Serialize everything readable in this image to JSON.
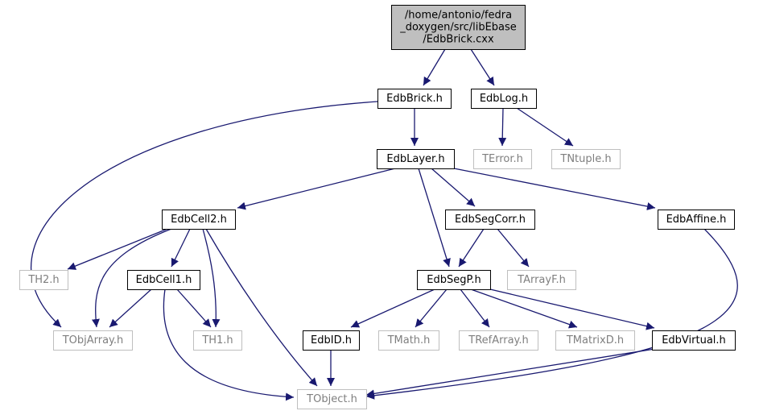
{
  "colors": {
    "edge": "#191970",
    "root_fill": "#bfbfbf",
    "root_border": "#000000",
    "internal_border": "#000000",
    "external_border": "#bfbfbf",
    "external_text": "#7f7f7f"
  },
  "nodes": [
    {
      "id": "root",
      "kind": "root",
      "lines": [
        "/home/antonio/fedra",
        "_doxygen/src/libEbase",
        "/EdbBrick.cxx"
      ]
    },
    {
      "id": "edbbrick",
      "kind": "internal",
      "lines": [
        "EdbBrick.h"
      ]
    },
    {
      "id": "edblog",
      "kind": "internal",
      "lines": [
        "EdbLog.h"
      ]
    },
    {
      "id": "edblayer",
      "kind": "internal",
      "lines": [
        "EdbLayer.h"
      ]
    },
    {
      "id": "terror",
      "kind": "external",
      "lines": [
        "TError.h"
      ]
    },
    {
      "id": "tntuple",
      "kind": "external",
      "lines": [
        "TNtuple.h"
      ]
    },
    {
      "id": "edbcell2",
      "kind": "internal",
      "lines": [
        "EdbCell2.h"
      ]
    },
    {
      "id": "edbsegcorr",
      "kind": "internal",
      "lines": [
        "EdbSegCorr.h"
      ]
    },
    {
      "id": "edbaffine",
      "kind": "internal",
      "lines": [
        "EdbAffine.h"
      ]
    },
    {
      "id": "th2",
      "kind": "external",
      "lines": [
        "TH2.h"
      ]
    },
    {
      "id": "edbcell1",
      "kind": "internal",
      "lines": [
        "EdbCell1.h"
      ]
    },
    {
      "id": "edbsegp",
      "kind": "internal",
      "lines": [
        "EdbSegP.h"
      ]
    },
    {
      "id": "tarrayf",
      "kind": "external",
      "lines": [
        "TArrayF.h"
      ]
    },
    {
      "id": "tobjarray",
      "kind": "external",
      "lines": [
        "TObjArray.h"
      ]
    },
    {
      "id": "th1",
      "kind": "external",
      "lines": [
        "TH1.h"
      ]
    },
    {
      "id": "edbid",
      "kind": "internal",
      "lines": [
        "EdbID.h"
      ]
    },
    {
      "id": "tmath",
      "kind": "external",
      "lines": [
        "TMath.h"
      ]
    },
    {
      "id": "trefarray",
      "kind": "external",
      "lines": [
        "TRefArray.h"
      ]
    },
    {
      "id": "tmatrixd",
      "kind": "external",
      "lines": [
        "TMatrixD.h"
      ]
    },
    {
      "id": "edbvirtual",
      "kind": "internal",
      "lines": [
        "EdbVirtual.h"
      ]
    },
    {
      "id": "tobject",
      "kind": "external",
      "lines": [
        "TObject.h"
      ]
    }
  ],
  "edges": [
    {
      "from": "root",
      "to": "edbbrick"
    },
    {
      "from": "root",
      "to": "edblog"
    },
    {
      "from": "edbbrick",
      "to": "edblayer"
    },
    {
      "from": "edbbrick",
      "to": "tobjarray"
    },
    {
      "from": "edblog",
      "to": "terror"
    },
    {
      "from": "edblog",
      "to": "tntuple"
    },
    {
      "from": "edblayer",
      "to": "edbcell2"
    },
    {
      "from": "edblayer",
      "to": "edbsegcorr"
    },
    {
      "from": "edblayer",
      "to": "edbsegp"
    },
    {
      "from": "edblayer",
      "to": "edbaffine"
    },
    {
      "from": "edbcell2",
      "to": "th2"
    },
    {
      "from": "edbcell2",
      "to": "tobjarray"
    },
    {
      "from": "edbcell2",
      "to": "edbcell1"
    },
    {
      "from": "edbcell2",
      "to": "th1"
    },
    {
      "from": "edbcell2",
      "to": "tobject"
    },
    {
      "from": "edbsegcorr",
      "to": "edbsegp"
    },
    {
      "from": "edbsegcorr",
      "to": "tarrayf"
    },
    {
      "from": "edbaffine",
      "to": "tobject"
    },
    {
      "from": "edbcell1",
      "to": "tobjarray"
    },
    {
      "from": "edbcell1",
      "to": "th1"
    },
    {
      "from": "edbcell1",
      "to": "tobject"
    },
    {
      "from": "edbsegp",
      "to": "edbid"
    },
    {
      "from": "edbsegp",
      "to": "tmath"
    },
    {
      "from": "edbsegp",
      "to": "trefarray"
    },
    {
      "from": "edbsegp",
      "to": "tmatrixd"
    },
    {
      "from": "edbsegp",
      "to": "edbvirtual"
    },
    {
      "from": "edbid",
      "to": "tobject"
    },
    {
      "from": "edbvirtual",
      "to": "tobject"
    }
  ]
}
